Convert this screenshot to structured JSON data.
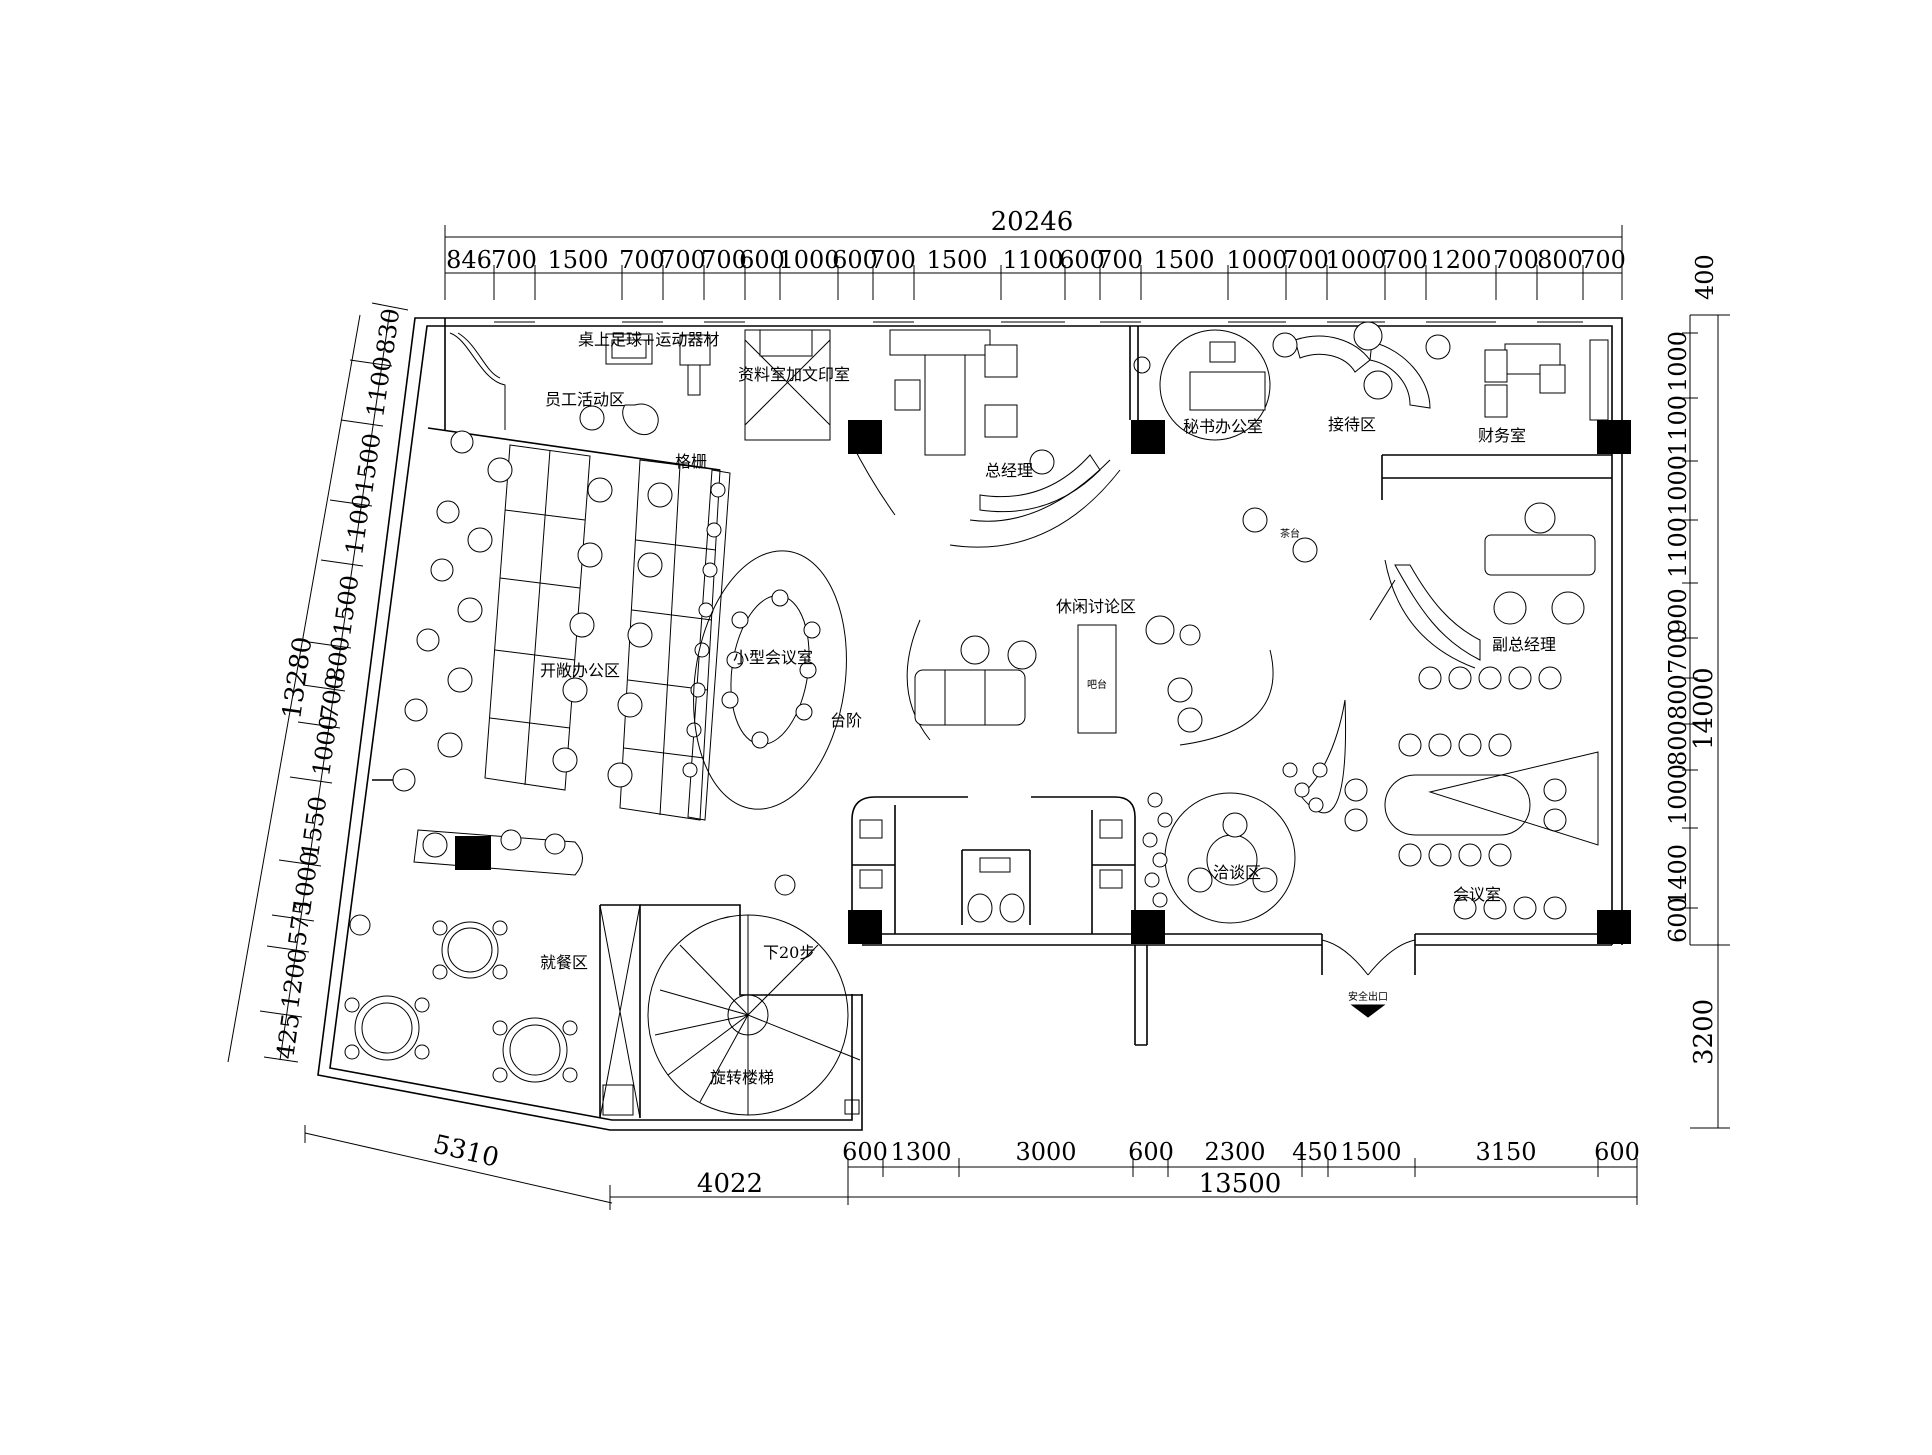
{
  "top_dims": {
    "total": "20246",
    "segments": [
      "846",
      "700",
      "1500",
      "700",
      "700",
      "700",
      "600",
      "1000",
      "600",
      "700",
      "1500",
      "1100",
      "600",
      "700",
      "1500",
      "1000",
      "700",
      "1000",
      "700",
      "1200",
      "700",
      "800",
      "700"
    ]
  },
  "right_dims": {
    "total": "14000",
    "segments": [
      "400",
      "1000",
      "1100",
      "1000",
      "1100",
      "900",
      "700",
      "800",
      "800",
      "1000",
      "1400",
      "600"
    ],
    "extra": "3200"
  },
  "left_dims": {
    "total": "13280",
    "segments": [
      "830",
      "1100",
      "1500",
      "1100",
      "1500",
      "800",
      "700",
      "1000",
      "1550",
      "1000",
      "575",
      "1200",
      "425"
    ]
  },
  "bottom_dims": {
    "segments": [
      "600",
      "1300",
      "3000",
      "600",
      "2300",
      "450",
      "1500",
      "3150",
      "600"
    ],
    "total": "13500",
    "left_short": "4022",
    "slant": "5310"
  },
  "rooms": {
    "foosball": "桌上足球+运动器材",
    "staff_activity": "员工活动区",
    "file_room": "资料室加文印室",
    "grille": "格栅",
    "gm": "总经理",
    "secretary": "秘书办公室",
    "reception": "接待区",
    "finance": "财务室",
    "tea": "茶台",
    "leisure": "休闲讨论区",
    "bar": "吧台",
    "deputy_gm": "副总经理",
    "small_meeting": "小型会议室",
    "open_office": "开敞办公区",
    "step": "台阶",
    "negotiation": "洽谈区",
    "meeting": "会议室",
    "down_steps": "下20步",
    "dining": "就餐区",
    "exit": "安全出口",
    "stair": "旋转楼梯"
  }
}
